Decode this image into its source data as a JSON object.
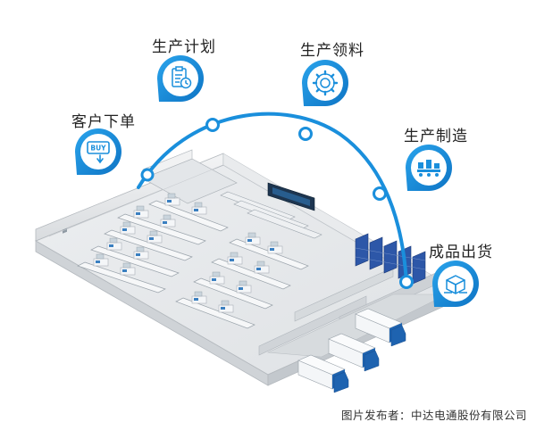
{
  "steps": [
    {
      "label": "客户下单",
      "icon": "buy-button-icon"
    },
    {
      "label": "生产计划",
      "icon": "clipboard-schedule-icon"
    },
    {
      "label": "生产领料",
      "icon": "gear-materials-icon"
    },
    {
      "label": "生产制造",
      "icon": "production-line-icon"
    },
    {
      "label": "成品出货",
      "icon": "shipping-box-icon"
    }
  ],
  "buy_icon_text": "BUY",
  "footer": "图片发布者：中达电通股份有限公司",
  "colors": {
    "accent": "#1a8fdc",
    "accent_dark": "#0f6fb8",
    "truck_blue": "#1e63b0",
    "floor": "#e6e8ea"
  }
}
